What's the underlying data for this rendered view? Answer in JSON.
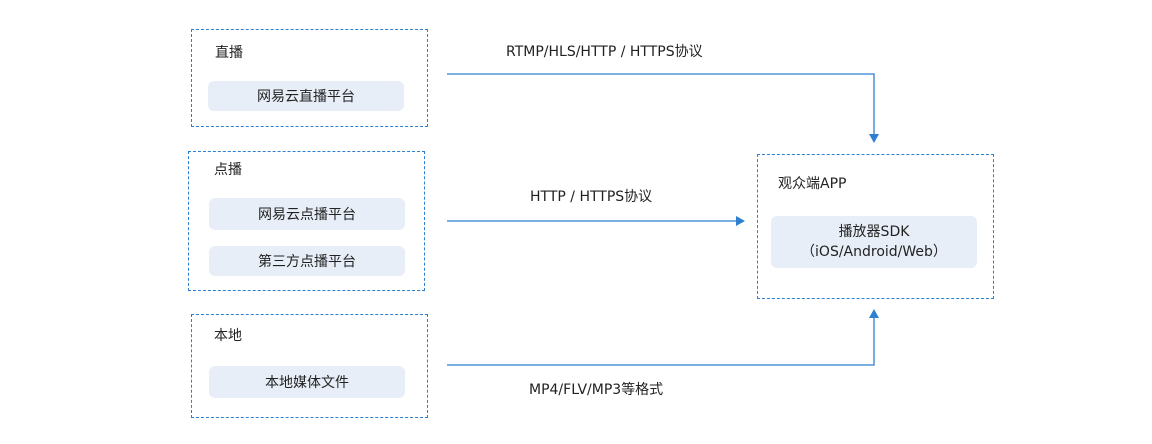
{
  "groups": {
    "live": {
      "title": "直播",
      "items": [
        "网易云直播平台"
      ]
    },
    "vod": {
      "title": "点播",
      "items": [
        "网易云点播平台",
        "第三方点播平台"
      ]
    },
    "local": {
      "title": "本地",
      "items": [
        "本地媒体文件"
      ]
    },
    "viewer": {
      "title": "观众端APP",
      "player_line1": "播放器SDK",
      "player_line2": "（iOS/Android/Web）"
    }
  },
  "edges": {
    "live_label": "RTMP/HLS/HTTP / HTTPS协议",
    "vod_label": "HTTP / HTTPS协议",
    "local_label": "MP4/FLV/MP3等格式"
  },
  "colors": {
    "border": "#2f7fd0",
    "arrow": "#2f7fd0",
    "pill": "#e8eef8"
  }
}
